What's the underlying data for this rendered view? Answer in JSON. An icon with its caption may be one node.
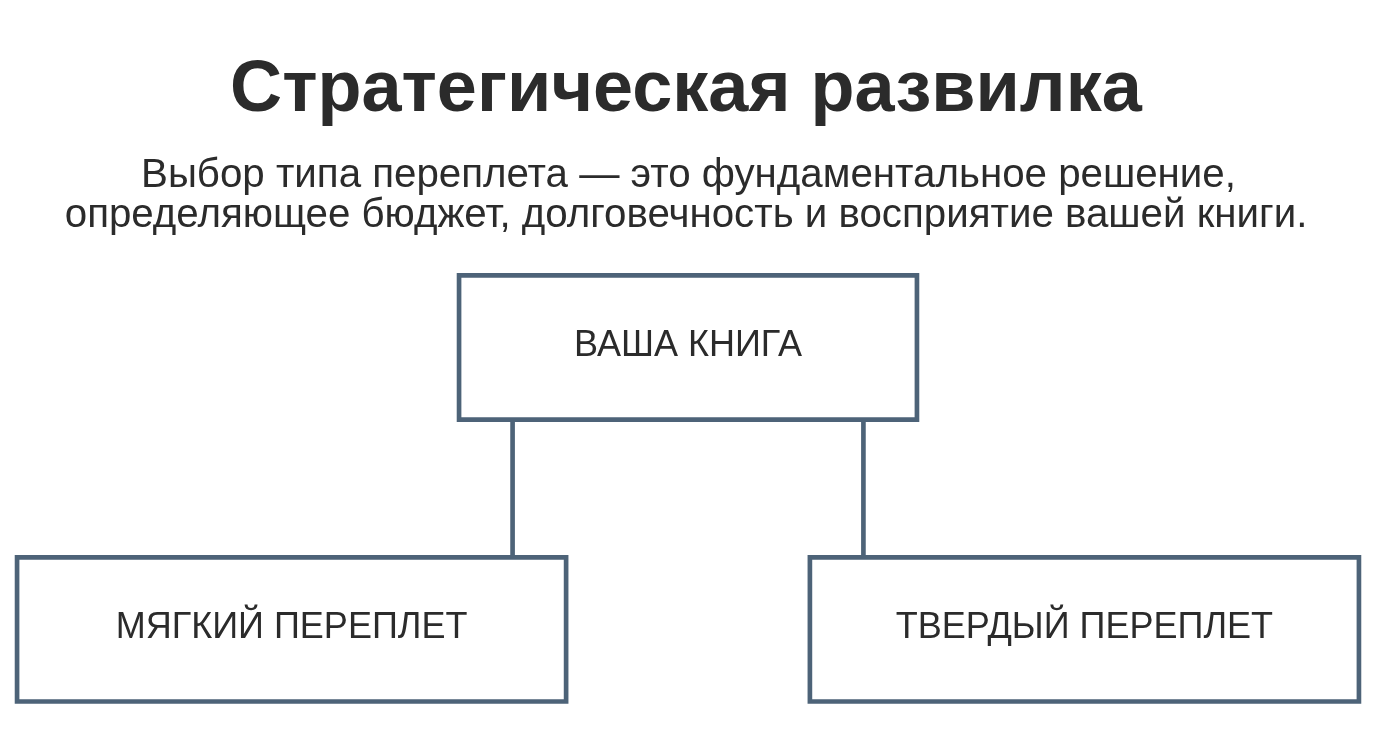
{
  "diagram": {
    "title": "Стратегическая развилка",
    "caption": "Выбор типа переплета — это фундаментальное решение, определяющее бюджет, долговечность и восприятие вашей книги.",
    "nodes": [
      {
        "text": [
          "ВАША КНИГА"
        ]
      },
      {
        "text": [
          "МЯГКИЙ ПЕРЕПЛЕТ"
        ]
      },
      {
        "text": [
          "ТВЕРДЫЙ ПЕРЕПЛЕТ"
        ]
      }
    ],
    "edges": [
      {
        "from": 0,
        "to": 1,
        "arrow": "none"
      },
      {
        "from": 0,
        "to": 2,
        "arrow": "none"
      }
    ]
  }
}
